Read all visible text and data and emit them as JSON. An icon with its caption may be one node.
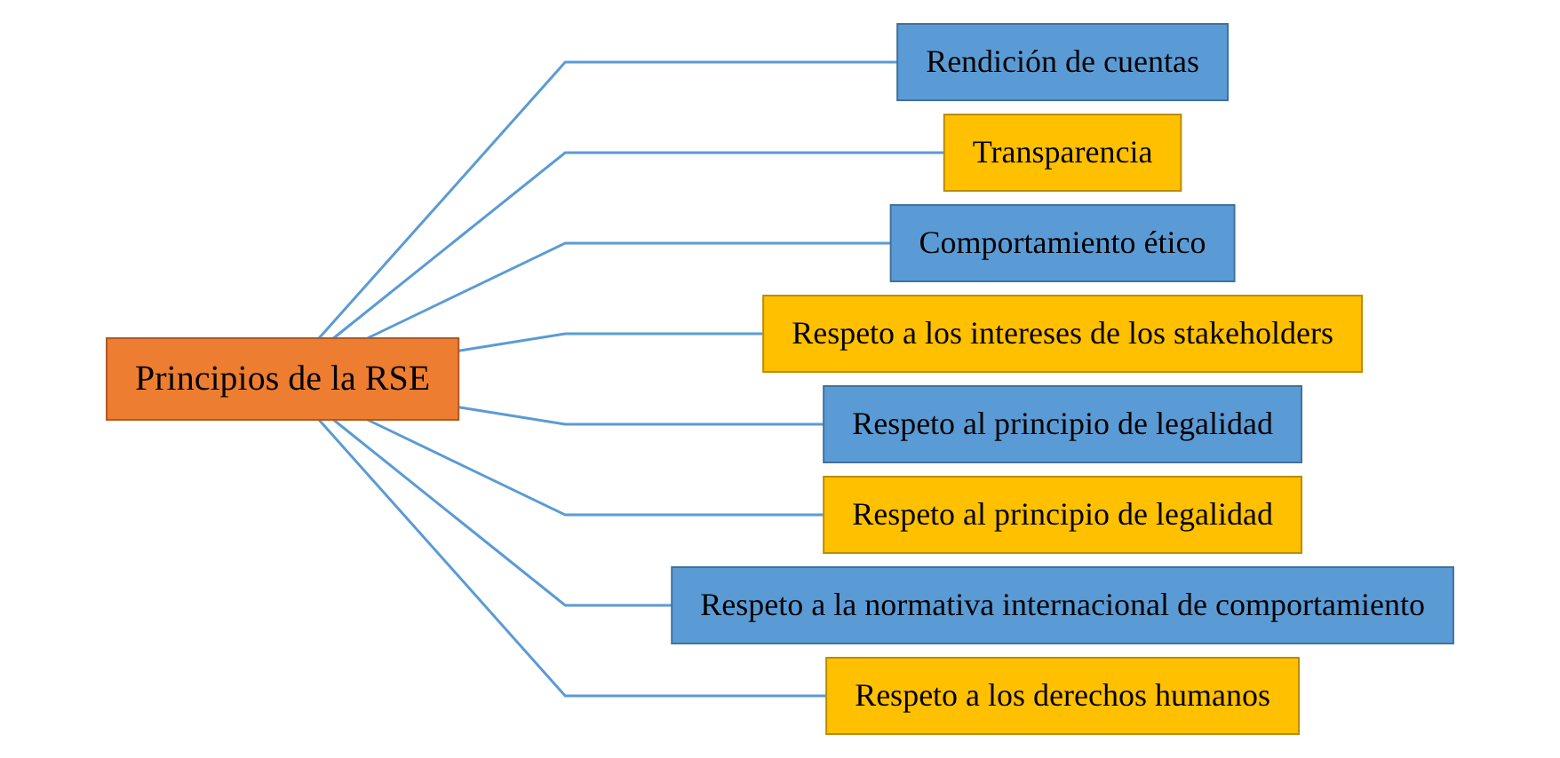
{
  "diagram": {
    "nodes": [
      {
        "text": [
          "Principios de la RSE"
        ]
      },
      {
        "text": [
          "Rendición de cuentas"
        ]
      },
      {
        "text": [
          "Transparencia"
        ]
      },
      {
        "text": [
          "Comportamiento ético"
        ]
      },
      {
        "text": [
          "Respeto a los intereses de los stakeholders"
        ]
      },
      {
        "text": [
          "Respeto al principio de legalidad"
        ]
      },
      {
        "text": [
          "Respeto al principio de legalidad"
        ]
      },
      {
        "text": [
          "Respeto a la normativa internacional de comportamiento"
        ]
      },
      {
        "text": [
          "Respeto a los derechos humanos"
        ]
      }
    ],
    "edges": [
      {
        "from": 0,
        "to": 1,
        "arrow": "none"
      },
      {
        "from": 0,
        "to": 2,
        "arrow": "none"
      },
      {
        "from": 0,
        "to": 3,
        "arrow": "none"
      },
      {
        "from": 0,
        "to": 4,
        "arrow": "none"
      },
      {
        "from": 0,
        "to": 5,
        "arrow": "none"
      },
      {
        "from": 0,
        "to": 6,
        "arrow": "none"
      },
      {
        "from": 0,
        "to": 7,
        "arrow": "none"
      },
      {
        "from": 0,
        "to": 8,
        "arrow": "none"
      }
    ]
  }
}
